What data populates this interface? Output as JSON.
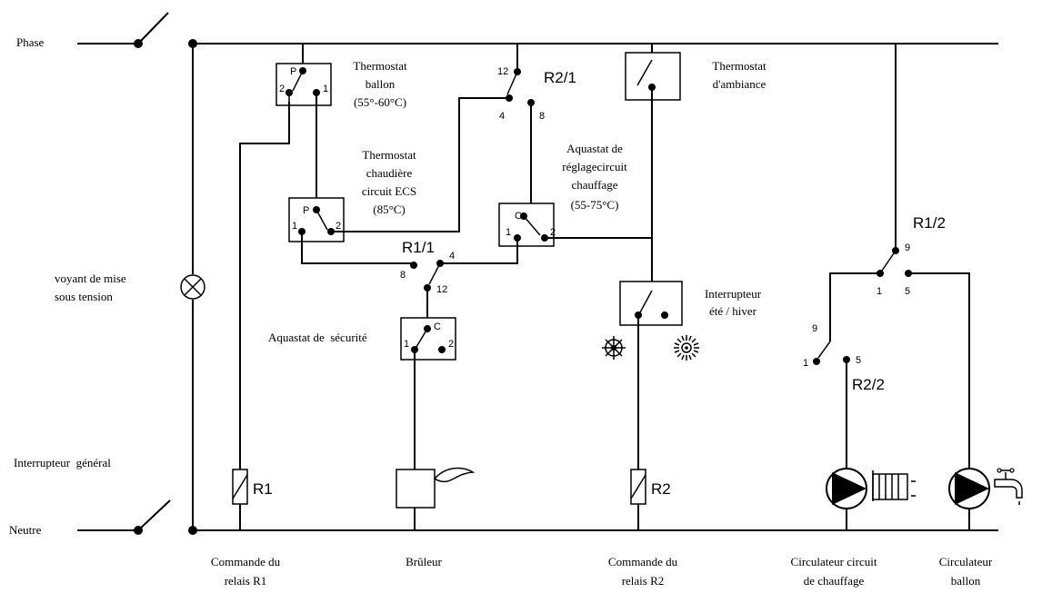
{
  "rails": {
    "phase": "Phase",
    "neutre": "Neutre"
  },
  "main_switch_label": "Interrupteur  général",
  "indicator_lamp_label": [
    "voyant de mise",
    "sous tension"
  ],
  "thermostat_ballon": {
    "label": [
      "Thermostat",
      "ballon",
      "(55°-60°C)"
    ],
    "pins": {
      "p": "P",
      "one": "1",
      "two": "2"
    }
  },
  "thermostat_chaudiere": {
    "label": [
      "Thermostat",
      "chaudière",
      "circuit ECS",
      "(85°C)"
    ],
    "pins": {
      "p": "P",
      "one": "1",
      "two": "2"
    }
  },
  "relay_r2_1": {
    "name": "R2/1",
    "pins": {
      "a": "12",
      "b": "4",
      "c": "8"
    }
  },
  "relay_r1_1": {
    "name": "R1/1",
    "pins": {
      "a": "8",
      "b": "4",
      "c": "12"
    }
  },
  "relay_r1_2": {
    "name": "R1/2",
    "pins": {
      "a": "9",
      "b": "1",
      "c": "5"
    }
  },
  "relay_r2_2": {
    "name": "R2/2",
    "pins": {
      "a": "9",
      "b": "1",
      "c": "5"
    }
  },
  "thermostat_ambiance": {
    "label": [
      "Thermostat",
      "d'ambiance"
    ]
  },
  "aquastat_reglage": {
    "label": [
      "Aquastat de",
      "réglagecircuit",
      "chauffage",
      "(55-75°C)"
    ],
    "pins": {
      "c": "C",
      "one": "1",
      "two": "2"
    }
  },
  "aquastat_securite": {
    "label": "Aquastat de  sécurité",
    "pins": {
      "c": "C",
      "one": "1",
      "two": "2"
    }
  },
  "summer_winter_switch": {
    "label": [
      "Interrupteur",
      "été / hiver"
    ]
  },
  "coil_r1": "R1",
  "coil_r2": "R2",
  "bottom_labels": {
    "commande_r1": [
      "Commande du",
      "relais R1"
    ],
    "bruleur": "Brûleur",
    "commande_r2": [
      "Commande du",
      "relais R2"
    ],
    "circulateur_chauffage": [
      "Circulateur circuit",
      "de chauffage"
    ],
    "circulateur_ballon": [
      "Circulateur",
      "ballon"
    ]
  }
}
